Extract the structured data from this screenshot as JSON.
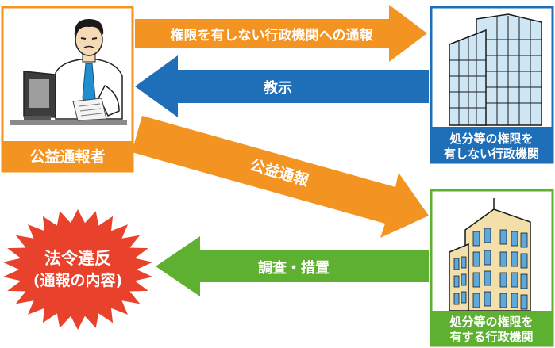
{
  "colors": {
    "orange": "#F39422",
    "blue": "#1E6EB8",
    "green": "#5EB031",
    "red": "#E8412C",
    "building_blue": "#CFE6F5",
    "building_beige": "#F3DFA9"
  },
  "arrows": {
    "report_to_unauthorized": "権限を有しない行政機関への通報",
    "instruction": "教示",
    "public_report": "公益通報",
    "investigation": "調査・措置"
  },
  "nodes": {
    "whistleblower": {
      "label": "公益通報者"
    },
    "unauthorized_agency": {
      "label_line1": "処分等の権限を",
      "label_line2": "有しない行政機関"
    },
    "authorized_agency": {
      "label_line1": "処分等の権限を",
      "label_line2": "有する行政機関"
    },
    "violation": {
      "label_line1": "法令違反",
      "label_line2": "(通報の内容)"
    }
  }
}
